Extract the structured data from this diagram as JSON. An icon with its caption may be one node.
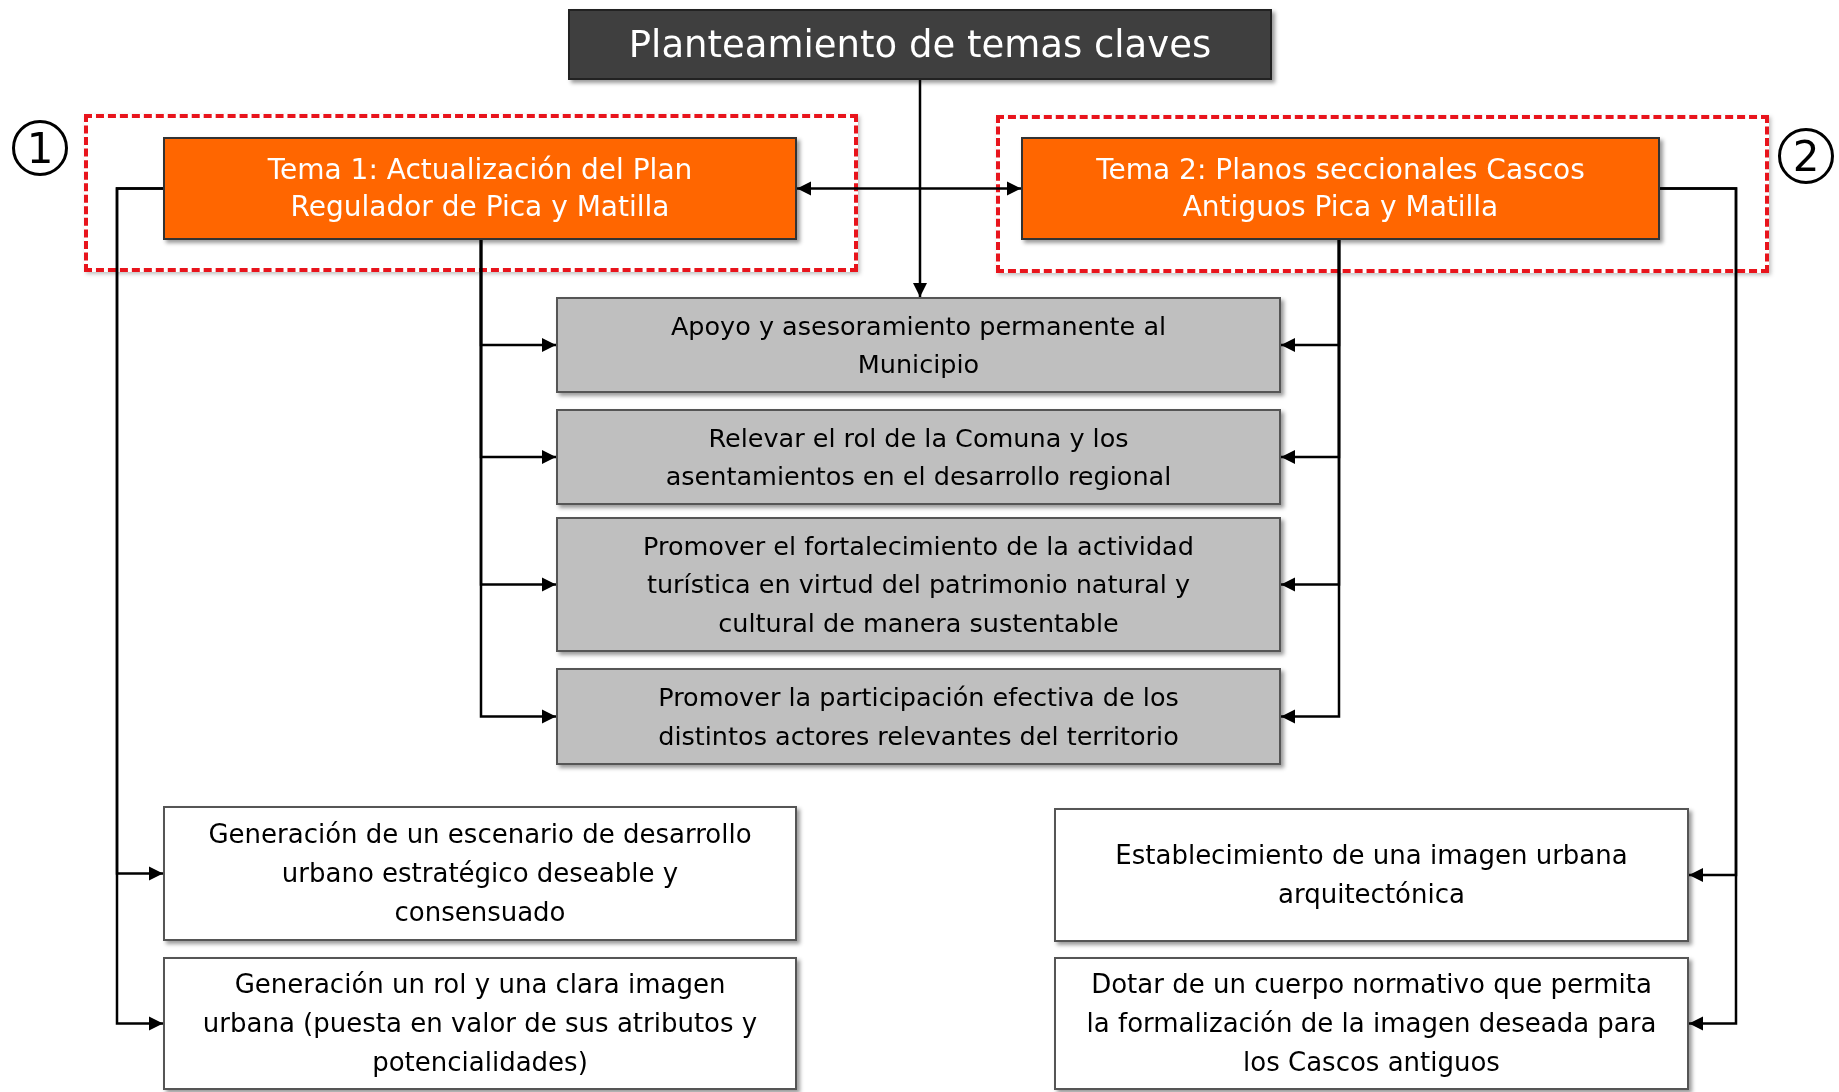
{
  "diagram": {
    "nodes": [
      {
        "text": [
          "Planteamiento de temas claves"
        ]
      },
      {
        "text": [
          "1"
        ]
      },
      {
        "text": [],
        "shape": "box"
      },
      {
        "text": [
          "Tema 1: Actualización del Plan Regulador de Pica y Matilla"
        ],
        "in": 2
      },
      {
        "text": [],
        "shape": "box"
      },
      {
        "text": [
          "Tema 2: Planos seccionales Cascos Antiguos  Pica y Matilla"
        ],
        "in": 4
      },
      {
        "text": [
          "2"
        ]
      },
      {
        "text": [
          "Apoyo y asesoramiento permanente al Municipio"
        ]
      },
      {
        "text": [
          "Relevar el rol de la Comuna y los asentamientos en el desarrollo regional"
        ]
      },
      {
        "text": [
          "Promover el fortalecimiento de la actividad turística en virtud del patrimonio natural y cultural de manera sustentable"
        ]
      },
      {
        "text": [
          "Promover la participación efectiva de los distintos actores relevantes del territorio"
        ]
      },
      {
        "text": [
          "Generación de un escenario de desarrollo urbano estratégico deseable y consensuado"
        ]
      },
      {
        "text": [
          "Establecimiento de una imagen urbana arquitectónica"
        ]
      },
      {
        "text": [
          "Generación un rol y una clara imagen urbana (puesta en valor de sus atributos y potencialidades)"
        ]
      },
      {
        "text": [
          "Dotar de un cuerpo normativo que permita la formalización de la imagen deseada para los Cascos antiguos"
        ]
      }
    ],
    "edges": [
      {
        "from": 0,
        "to": 7,
        "arrow": "to"
      },
      {
        "from": 3,
        "to": 5,
        "arrow": "both"
      },
      {
        "from": 3,
        "to": 7,
        "arrow": "to"
      },
      {
        "from": 3,
        "to": 8,
        "arrow": "to"
      },
      {
        "from": 3,
        "to": 9,
        "arrow": "to"
      },
      {
        "from": 3,
        "to": 10,
        "arrow": "to"
      },
      {
        "from": 5,
        "to": 7,
        "arrow": "to"
      },
      {
        "from": 5,
        "to": 8,
        "arrow": "to"
      },
      {
        "from": 5,
        "to": 9,
        "arrow": "to"
      },
      {
        "from": 5,
        "to": 10,
        "arrow": "to"
      },
      {
        "from": 3,
        "to": 11,
        "arrow": "to"
      },
      {
        "from": 3,
        "to": 13,
        "arrow": "to"
      },
      {
        "from": 5,
        "to": 12,
        "arrow": "to"
      },
      {
        "from": 5,
        "to": 14,
        "arrow": "to"
      }
    ]
  }
}
